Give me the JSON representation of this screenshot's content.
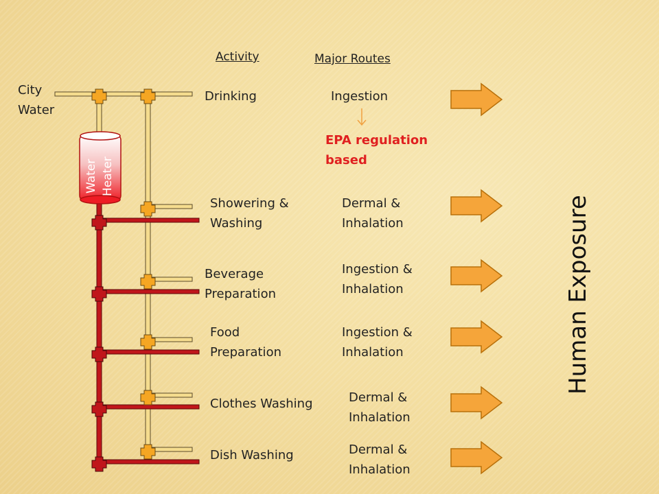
{
  "source": {
    "label_line1": "City",
    "label_line2": "Water"
  },
  "heater": {
    "line1": "Water",
    "line2": "Heater"
  },
  "headers": {
    "activity": "Activity",
    "routes": "Major Routes"
  },
  "rows": [
    {
      "activity": [
        "Drinking",
        ""
      ],
      "route": [
        "Ingestion",
        ""
      ]
    },
    {
      "activity": [
        "Showering &",
        "Washing"
      ],
      "route": [
        "Dermal &",
        "Inhalation"
      ]
    },
    {
      "activity": [
        "Beverage",
        "Preparation"
      ],
      "route": [
        "Ingestion &",
        "Inhalation"
      ]
    },
    {
      "activity": [
        "Food",
        "Preparation"
      ],
      "route": [
        "Ingestion &",
        "Inhalation"
      ]
    },
    {
      "activity": [
        "Clothes Washing",
        ""
      ],
      "route": [
        "Dermal &",
        "Inhalation"
      ]
    },
    {
      "activity": [
        "Dish Washing",
        ""
      ],
      "route": [
        "Dermal &",
        "Inhalation"
      ]
    }
  ],
  "note": {
    "line1": "EPA regulation",
    "line2": "based"
  },
  "outcome": "Human Exposure",
  "colors": {
    "cold_pipe": "#f5dc8e",
    "hot_pipe": "#c0161b",
    "joint_cold": "#f5a623",
    "arrow_fill": "#f5a53a",
    "note_text": "#e02020"
  }
}
